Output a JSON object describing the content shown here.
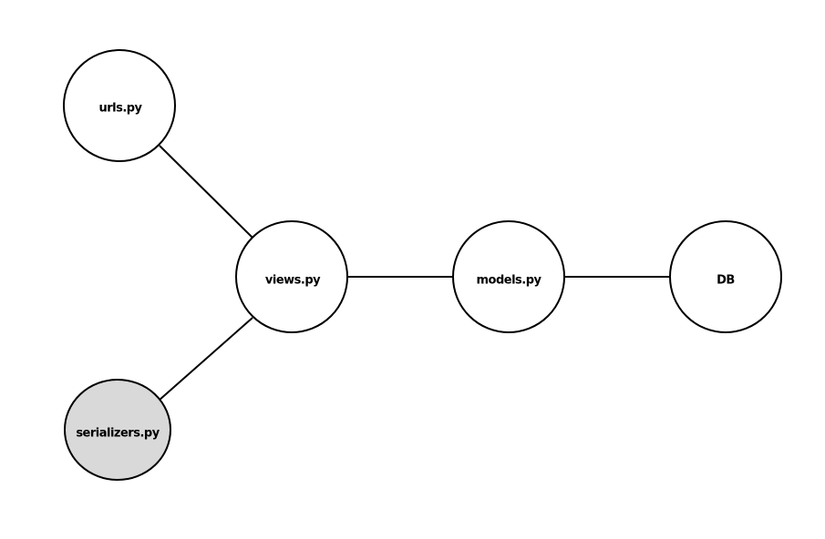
{
  "diagram": {
    "nodes": [
      {
        "id": "urls",
        "label": "urls.py",
        "fill": "#ffffff"
      },
      {
        "id": "views",
        "label": "views.py",
        "fill": "#ffffff"
      },
      {
        "id": "models",
        "label": "models.py",
        "fill": "#ffffff"
      },
      {
        "id": "db",
        "label": "DB",
        "fill": "#ffffff"
      },
      {
        "id": "serializers",
        "label": "serializers.py",
        "fill": "#d9d9d9"
      }
    ],
    "edges": [
      {
        "from": "urls",
        "to": "views"
      },
      {
        "from": "views",
        "to": "models"
      },
      {
        "from": "models",
        "to": "db"
      },
      {
        "from": "views",
        "to": "serializers"
      }
    ]
  }
}
